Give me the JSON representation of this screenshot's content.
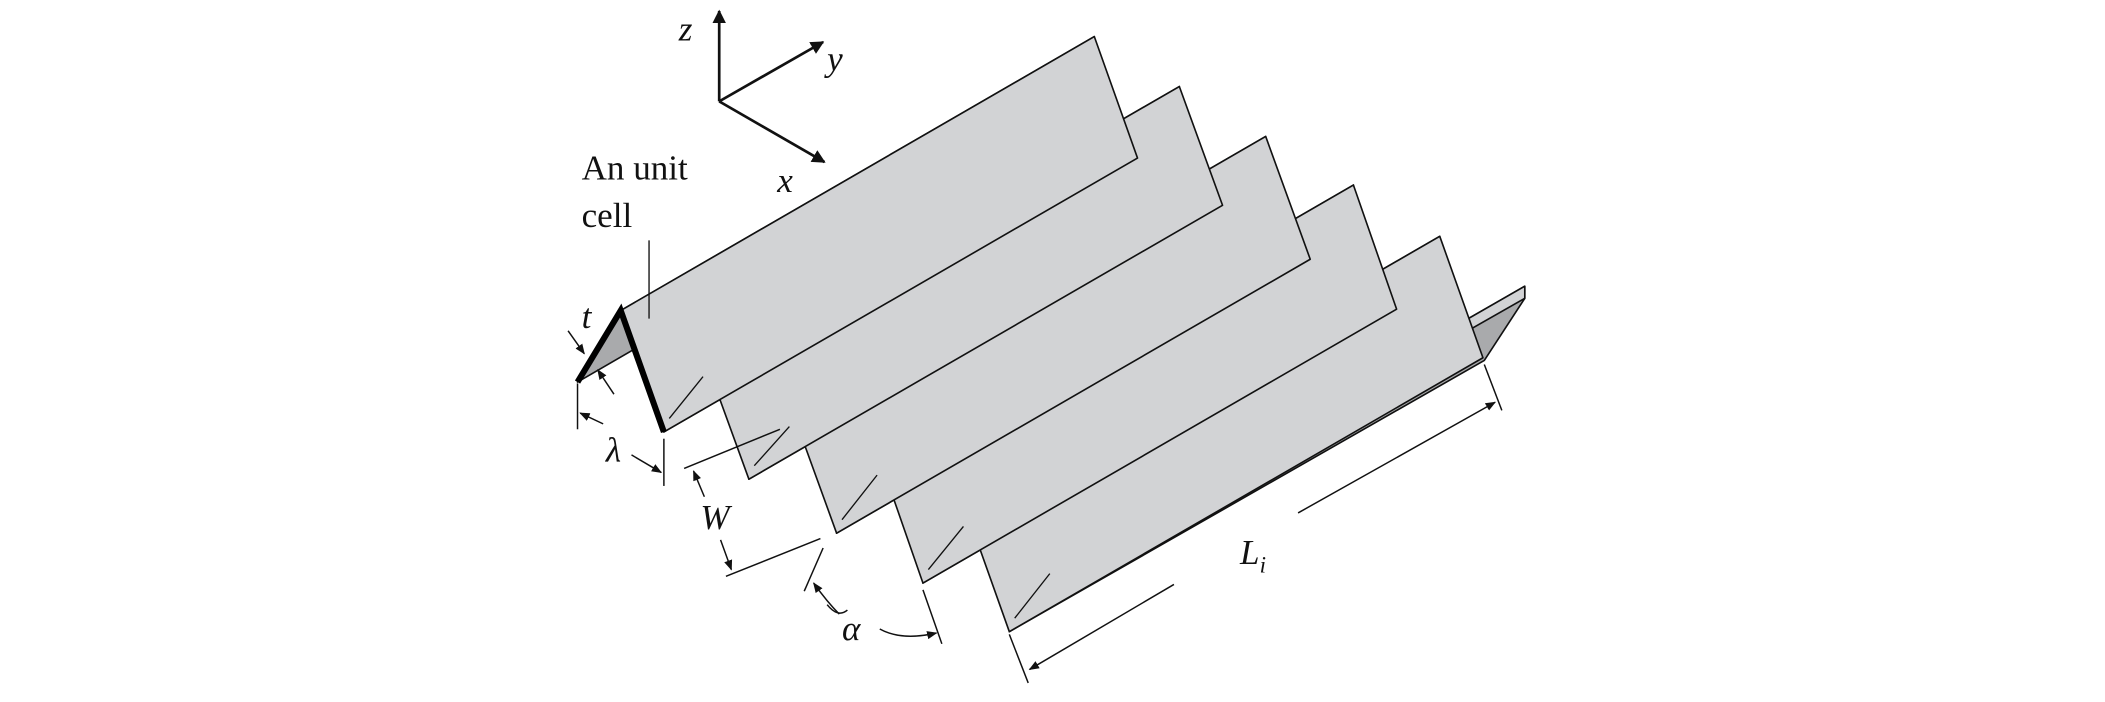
{
  "figure": {
    "axes": {
      "z": "z",
      "y": "y",
      "x": "x"
    },
    "callout": {
      "line1": "An unit",
      "line2": "cell"
    },
    "dimensions": {
      "thickness": "t",
      "wavelength": "λ",
      "width": "W",
      "angle": "α",
      "length_main": "L",
      "length_sub": "i"
    },
    "colors": {
      "light_face": "#d2d3d5",
      "dark_face": "#a9aaac",
      "edge": "#111111"
    }
  }
}
